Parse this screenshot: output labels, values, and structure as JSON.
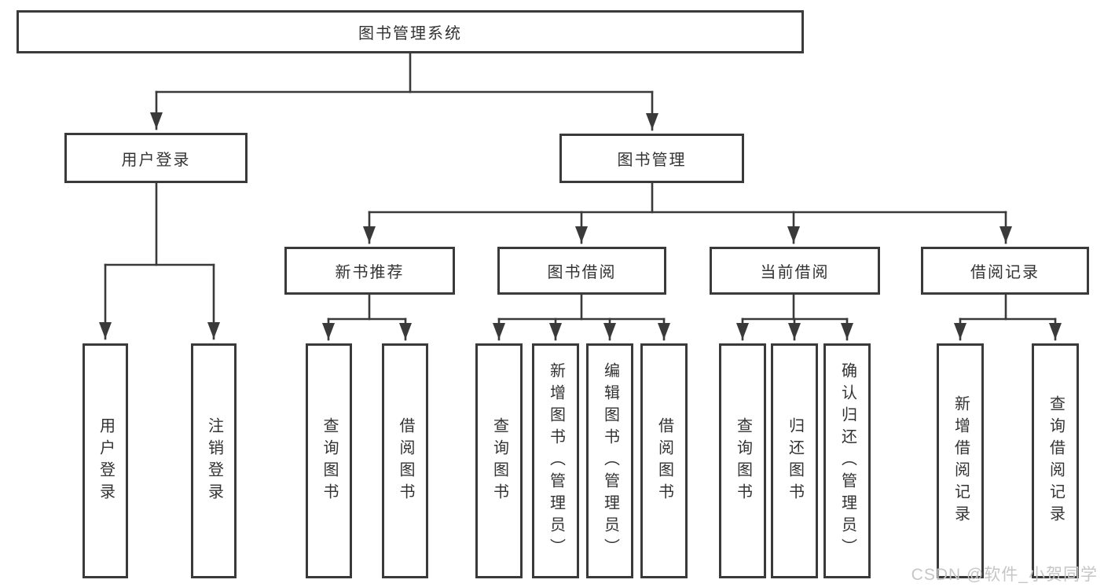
{
  "diagram": {
    "root": {
      "label": "图书管理系统"
    },
    "branches": [
      {
        "label": "用户登录",
        "children": [
          {
            "label": "用户登录"
          },
          {
            "label": "注销登录"
          }
        ]
      },
      {
        "label": "图书管理",
        "groups": [
          {
            "label": "新书推荐",
            "children": [
              {
                "label": "查询图书"
              },
              {
                "label": "借阅图书"
              }
            ]
          },
          {
            "label": "图书借阅",
            "children": [
              {
                "label": "查询图书"
              },
              {
                "label": "新增图书（管理员）"
              },
              {
                "label": "编辑图书（管理员）"
              },
              {
                "label": "借阅图书"
              }
            ]
          },
          {
            "label": "当前借阅",
            "children": [
              {
                "label": "查询图书"
              },
              {
                "label": "归还图书"
              },
              {
                "label": "确认归还（管理员）"
              }
            ]
          },
          {
            "label": "借阅记录",
            "children": [
              {
                "label": "新增借阅记录"
              },
              {
                "label": "查询借阅记录"
              }
            ]
          }
        ]
      }
    ]
  },
  "colors": {
    "line": "#3a3a3a",
    "text": "#333333",
    "watermark": "#c6c6c6",
    "background": "#ffffff"
  },
  "watermark": {
    "text": "CSDN @软件_小贺同学"
  }
}
